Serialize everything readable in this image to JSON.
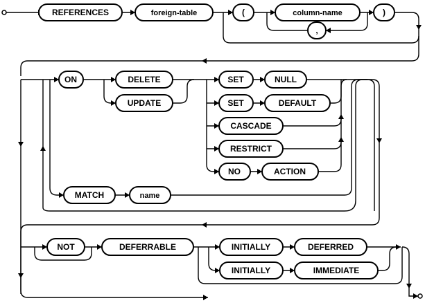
{
  "diagram": {
    "colors": {
      "stroke": "#000000",
      "background": "#ffffff"
    },
    "start_marker": "circle-arrow",
    "end_marker": "arrow-circle",
    "terms": {
      "references": "REFERENCES",
      "foreign_table": "foreign-table",
      "open_paren": "(",
      "column_name": "column-name",
      "comma": ",",
      "close_paren": ")",
      "on": "ON",
      "delete": "DELETE",
      "update": "UPDATE",
      "set1": "SET",
      "null": "NULL",
      "set2": "SET",
      "default": "DEFAULT",
      "cascade": "CASCADE",
      "restrict": "RESTRICT",
      "no": "NO",
      "action": "ACTION",
      "match": "MATCH",
      "name": "name",
      "not": "NOT",
      "deferrable": "DEFERRABLE",
      "initially1": "INITIALLY",
      "deferred": "DEFERRED",
      "initially2": "INITIALLY",
      "immediate": "IMMEDIATE"
    }
  }
}
